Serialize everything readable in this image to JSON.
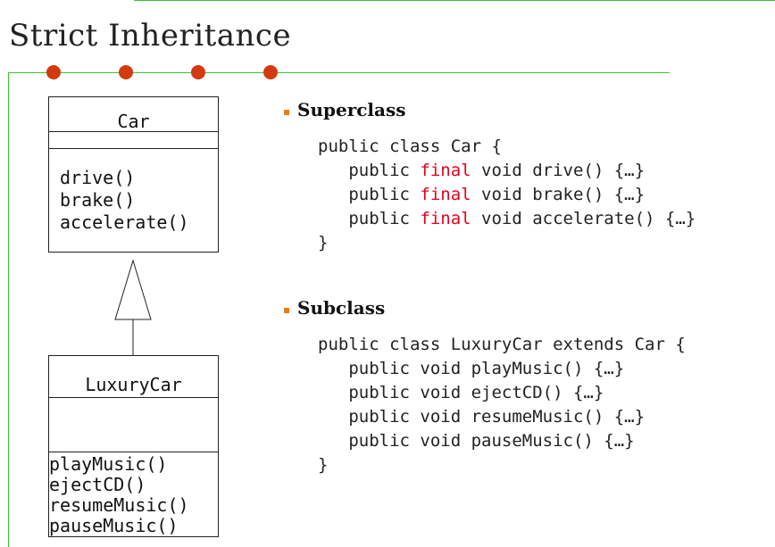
{
  "title": "Strict  Inheritance",
  "colors": {
    "accent_line": "#3cbf3c",
    "dot": "#d33a0f",
    "bullet": "#e57c1f",
    "keyword": "#e8001c"
  },
  "uml": {
    "car": {
      "name": "Car",
      "operations": [
        "drive()",
        "brake()",
        "accelerate()"
      ]
    },
    "luxury_car": {
      "name": "LuxuryCar",
      "operations": [
        "playMusic()",
        "ejectCD()",
        "resumeMusic()",
        "pauseMusic()"
      ]
    },
    "relation": "inheritance-arrow"
  },
  "superclass": {
    "heading": "Superclass",
    "line1": "public class Car {",
    "methods": [
      {
        "prefix": "   public ",
        "keyword": "final",
        "suffix": " void drive() {…}"
      },
      {
        "prefix": "   public ",
        "keyword": "final",
        "suffix": " void brake() {…}"
      },
      {
        "prefix": "   public ",
        "keyword": "final",
        "suffix": " void accelerate() {…}"
      }
    ],
    "closing": "}"
  },
  "subclass": {
    "heading": "Subclass",
    "line1": "public class LuxuryCar extends Car {",
    "methods": [
      "   public void playMusic() {…}",
      "   public void ejectCD() {…}",
      "   public void resumeMusic() {…}",
      "   public void pauseMusic() {…}"
    ],
    "closing": "}"
  }
}
